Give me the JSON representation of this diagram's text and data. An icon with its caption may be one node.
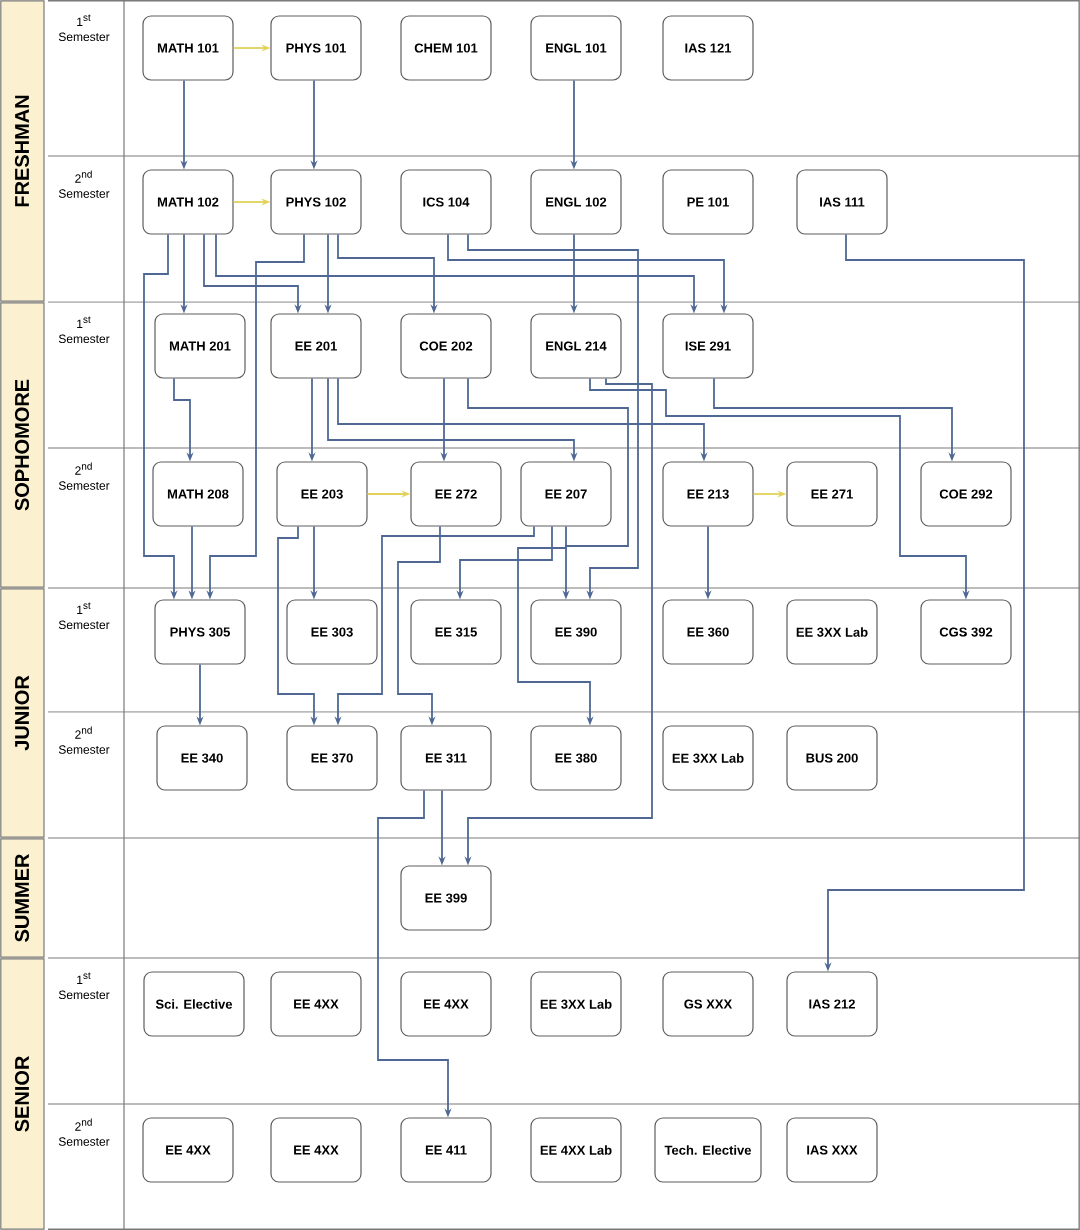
{
  "diagram": {
    "nodes": [
      {
        "text": [
          "MATH 101"
        ]
      },
      {
        "text": [
          "PHYS 101"
        ]
      },
      {
        "text": [
          "CHEM 101"
        ]
      },
      {
        "text": [
          "ENGL 101"
        ]
      },
      {
        "text": [
          "IAS 121"
        ]
      },
      {
        "text": [
          "MATH 102"
        ]
      },
      {
        "text": [
          "PHYS 102"
        ]
      },
      {
        "text": [
          "ICS 104"
        ]
      },
      {
        "text": [
          "ENGL 102"
        ]
      },
      {
        "text": [
          "PE 101"
        ]
      },
      {
        "text": [
          "IAS 111"
        ]
      },
      {
        "text": [
          "MATH 201"
        ]
      },
      {
        "text": [
          "EE 201"
        ]
      },
      {
        "text": [
          "COE 202"
        ]
      },
      {
        "text": [
          "ENGL 214"
        ]
      },
      {
        "text": [
          "ISE 291"
        ]
      },
      {
        "text": [
          "MATH 208"
        ]
      },
      {
        "text": [
          "EE 203"
        ]
      },
      {
        "text": [
          "EE 272"
        ]
      },
      {
        "text": [
          "EE 207"
        ]
      },
      {
        "text": [
          "EE 213"
        ]
      },
      {
        "text": [
          "EE 271"
        ]
      },
      {
        "text": [
          "COE 292"
        ]
      },
      {
        "text": [
          "PHYS  305"
        ]
      },
      {
        "text": [
          "EE 303"
        ]
      },
      {
        "text": [
          "EE 315"
        ]
      },
      {
        "text": [
          "EE 390"
        ]
      },
      {
        "text": [
          "EE 360"
        ]
      },
      {
        "text": [
          "EE 3XX Lab"
        ]
      },
      {
        "text": [
          "CGS 392"
        ]
      },
      {
        "text": [
          "EE 340"
        ]
      },
      {
        "text": [
          "EE 370"
        ]
      },
      {
        "text": [
          "EE 311"
        ]
      },
      {
        "text": [
          "EE 380"
        ]
      },
      {
        "text": [
          "EE 3XX Lab"
        ]
      },
      {
        "text": [
          "BUS 200"
        ]
      },
      {
        "text": [
          "EE 399"
        ]
      },
      {
        "text": [
          "Sci. Elective"
        ]
      },
      {
        "text": [
          "EE 4XX"
        ]
      },
      {
        "text": [
          "EE 4XX"
        ]
      },
      {
        "text": [
          "EE 3XX Lab"
        ]
      },
      {
        "text": [
          "GS XXX"
        ]
      },
      {
        "text": [
          "IAS 212"
        ]
      },
      {
        "text": [
          "EE 4XX"
        ]
      },
      {
        "text": [
          "EE 4XX"
        ]
      },
      {
        "text": [
          "EE 411"
        ]
      },
      {
        "text": [
          "EE 4XX Lab"
        ]
      },
      {
        "text": [
          "Tech. Elective"
        ]
      },
      {
        "text": [
          "IAS XXX"
        ]
      }
    ],
    "edges": [
      {
        "from": 0,
        "to": 1,
        "arrow": "to",
        "color": "#e2d25a"
      },
      {
        "from": 0,
        "to": 5,
        "arrow": "to"
      },
      {
        "from": 1,
        "to": 6,
        "arrow": "to"
      },
      {
        "from": 3,
        "to": 8,
        "arrow": "to"
      },
      {
        "from": 5,
        "to": 6,
        "arrow": "to",
        "color": "#e2d25a"
      },
      {
        "from": 8,
        "to": 14,
        "arrow": "to"
      },
      {
        "from": 10,
        "to": 42,
        "arrow": "to"
      },
      {
        "from": 5,
        "to": 11,
        "arrow": "to"
      },
      {
        "from": 5,
        "to": 12,
        "arrow": "to"
      },
      {
        "from": 5,
        "to": 15,
        "arrow": "to"
      },
      {
        "from": 5,
        "to": 23,
        "arrow": "to"
      },
      {
        "from": 6,
        "to": 23,
        "arrow": "to"
      },
      {
        "from": 6,
        "to": 12,
        "arrow": "to"
      },
      {
        "from": 6,
        "to": 13,
        "arrow": "to"
      },
      {
        "from": 7,
        "to": 15,
        "arrow": "to"
      },
      {
        "from": 7,
        "to": 26,
        "arrow": "to"
      },
      {
        "from": 13,
        "to": 26,
        "arrow": "to"
      },
      {
        "from": 14,
        "to": 36,
        "arrow": "to"
      },
      {
        "from": 14,
        "to": 29,
        "arrow": "to"
      },
      {
        "from": 12,
        "to": 17,
        "arrow": "to"
      },
      {
        "from": 12,
        "to": 19,
        "arrow": "to"
      },
      {
        "from": 12,
        "to": 20,
        "arrow": "to"
      },
      {
        "from": 13,
        "to": 18,
        "arrow": "to"
      },
      {
        "from": 15,
        "to": 22,
        "arrow": "to"
      },
      {
        "from": 11,
        "to": 16,
        "arrow": "to"
      },
      {
        "from": 16,
        "to": 23,
        "arrow": "to"
      },
      {
        "from": 17,
        "to": 18,
        "arrow": "to",
        "color": "#e2d25a"
      },
      {
        "from": 20,
        "to": 21,
        "arrow": "to",
        "color": "#e2d25a"
      },
      {
        "from": 17,
        "to": 24,
        "arrow": "to"
      },
      {
        "from": 17,
        "to": 31,
        "arrow": "to"
      },
      {
        "from": 19,
        "to": 31,
        "arrow": "to"
      },
      {
        "from": 18,
        "to": 32,
        "arrow": "to"
      },
      {
        "from": 19,
        "to": 25,
        "arrow": "to"
      },
      {
        "from": 19,
        "to": 33,
        "arrow": "to"
      },
      {
        "from": 20,
        "to": 27,
        "arrow": "to"
      },
      {
        "from": 23,
        "to": 30,
        "arrow": "to"
      },
      {
        "from": 32,
        "to": 45,
        "arrow": "to"
      },
      {
        "from": 32,
        "to": 36,
        "arrow": "to"
      }
    ],
    "labels": [
      "FRESHMAN",
      "1$^{st}$ Semester",
      "2$^{nd}$ Semester",
      "SOPHOMORE",
      "1$^{st}$ Semester",
      "2$^{nd}$ Semester",
      "JUNIOR",
      "1$^{st}$ Semester",
      "2$^{nd}$ Semester",
      "SUMMER",
      "SENIOR",
      "1$^{st}$ Semester",
      "2$^{nd}$ Semester"
    ]
  }
}
